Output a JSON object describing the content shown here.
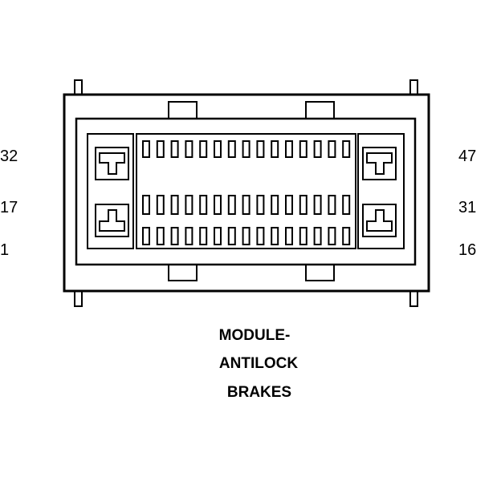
{
  "pin_labels": {
    "left_top": "32",
    "left_middle": "17",
    "left_bottom": "1",
    "right_top": "47",
    "right_middle": "31",
    "right_bottom": "16"
  },
  "caption": {
    "line1": "MODULE-",
    "line2": "ANTILOCK",
    "line3": "BRAKES"
  },
  "colors": {
    "stroke": "#000000",
    "background": "#ffffff"
  }
}
